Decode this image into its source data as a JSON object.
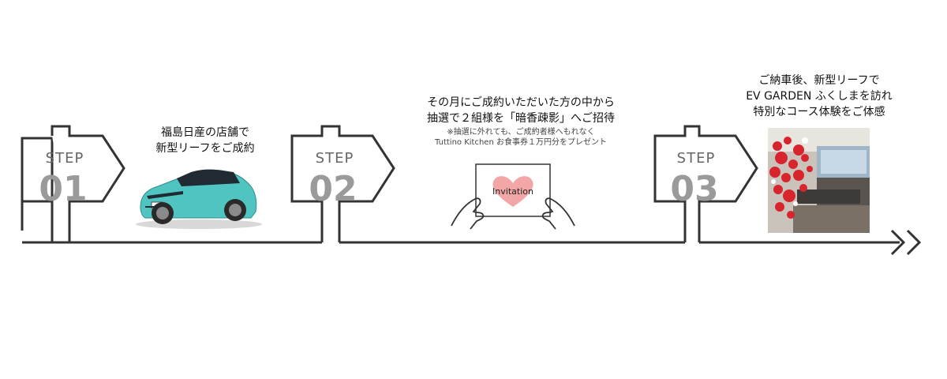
{
  "steps": [
    {
      "label": "STEP",
      "number": "01",
      "caption_lines": [
        "福島日産の店舗で",
        "新型リーフをご成約"
      ]
    },
    {
      "label": "STEP",
      "number": "02",
      "caption_lines": [
        "その月にご成約いただいた方の中から",
        "抽選で２組様を「暗香疎影」へご招待"
      ],
      "note_lines": [
        "※抽選に外れても、ご成約者様へもれなく",
        "Tuttino Kitchen お食事券１万円分をプレゼント"
      ],
      "card_text": "Invitation"
    },
    {
      "label": "STEP",
      "number": "03",
      "caption_lines": [
        "ご納車後、新型リーフで",
        "EV GARDEN ふくしまを訪れ",
        "特別なコース体験をご体感"
      ]
    }
  ],
  "end_arrow": "»",
  "colors": {
    "line": "#333333",
    "step_number": "#9a9a9a",
    "car_body": "#4fc4c0",
    "heart": "#f2a6a6"
  }
}
